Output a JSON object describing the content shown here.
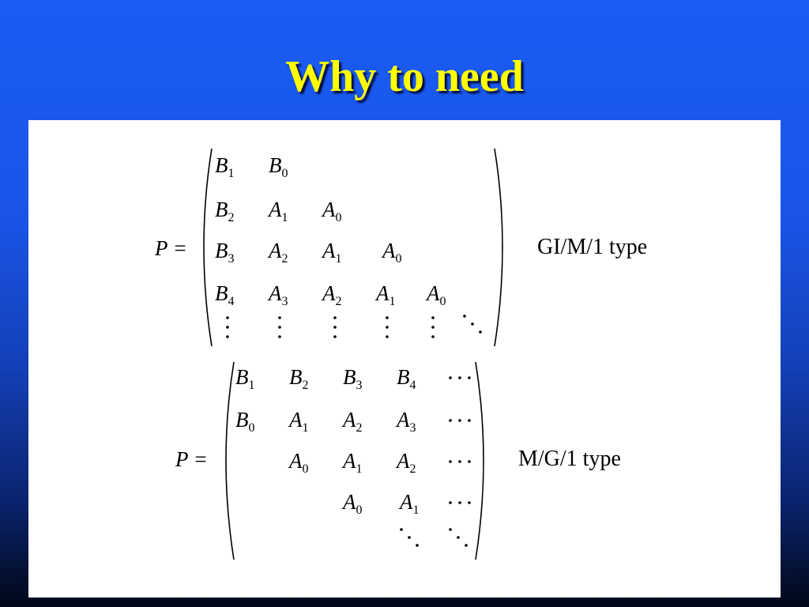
{
  "title": "Why to need",
  "matrix1": {
    "lhs": "P =",
    "type_label": "GI/M/1 type",
    "rows": [
      [
        [
          "B",
          "1"
        ],
        [
          "B",
          "0"
        ]
      ],
      [
        [
          "B",
          "2"
        ],
        [
          "A",
          "1"
        ],
        [
          "A",
          "0"
        ]
      ],
      [
        [
          "B",
          "3"
        ],
        [
          "A",
          "2"
        ],
        [
          "A",
          "1"
        ],
        [
          "A",
          "0"
        ]
      ],
      [
        [
          "B",
          "4"
        ],
        [
          "A",
          "3"
        ],
        [
          "A",
          "2"
        ],
        [
          "A",
          "1"
        ],
        [
          "A",
          "0"
        ]
      ]
    ]
  },
  "matrix2": {
    "lhs": "P =",
    "type_label": "M/G/1 type",
    "rows": [
      [
        [
          "B",
          "1"
        ],
        [
          "B",
          "2"
        ],
        [
          "B",
          "3"
        ],
        [
          "B",
          "4"
        ]
      ],
      [
        [
          "B",
          "0"
        ],
        [
          "A",
          "1"
        ],
        [
          "A",
          "2"
        ],
        [
          "A",
          "3"
        ]
      ],
      [
        [
          "A",
          "0"
        ],
        [
          "A",
          "1"
        ],
        [
          "A",
          "2"
        ]
      ],
      [
        [
          "A",
          "0"
        ],
        [
          "A",
          "1"
        ]
      ]
    ]
  }
}
